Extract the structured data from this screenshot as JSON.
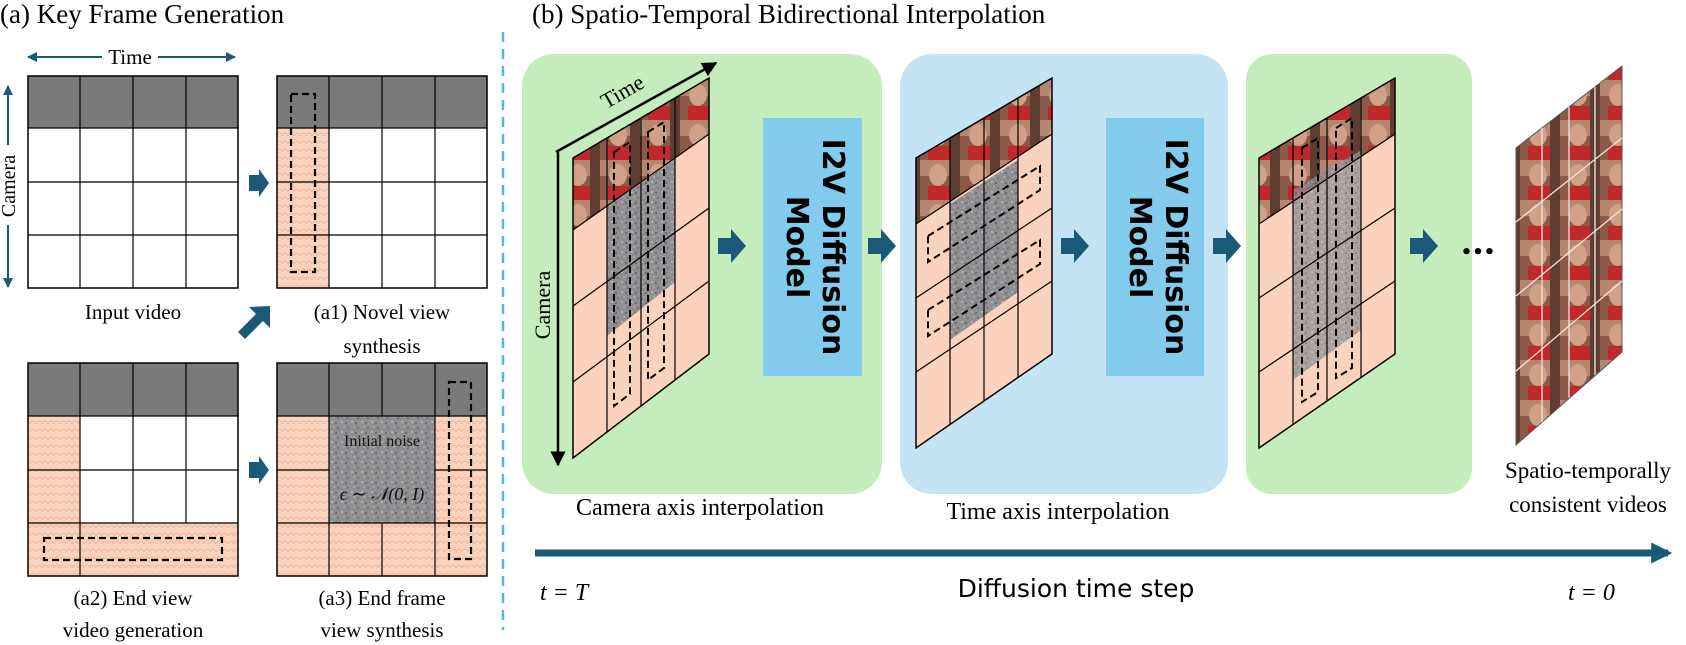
{
  "panel_a": {
    "title": "(a) Key Frame Generation",
    "time_label": "Time",
    "camera_label": "Camera",
    "input_caption": "Input video",
    "a1_caption": [
      "(a1) Novel view",
      "synthesis"
    ],
    "a2_caption": [
      "(a2) End view",
      "video generation"
    ],
    "a3_caption": [
      "(a3) End frame",
      "view synthesis"
    ],
    "noise_label": "Initial noise",
    "noise_formula": "ϵ ∼ 𝒩(0, I)"
  },
  "panel_b": {
    "title": "(b) Spatio-Temporal Bidirectional Interpolation",
    "time_label": "Time",
    "camera_label": "Camera",
    "model_label": [
      "I2V Diffusion",
      "Model"
    ],
    "stage1_caption": "Camera axis interpolation",
    "stage2_caption": "Time axis interpolation",
    "output_caption": [
      "Spatio-temporally",
      "consistent videos"
    ],
    "ellipsis": "•••",
    "timeline_label": "Diffusion time step",
    "t_start": "t = T",
    "t_end": "t = 0"
  },
  "colors": {
    "accent": "#1a5a78",
    "gray_row": "#7a7a7a",
    "peach": "#fbd2bd",
    "green_bg": "#c5ecbd",
    "blue_bg": "#c4e4f5",
    "model_box": "#83cbed",
    "divider": "#5ab4d6"
  }
}
